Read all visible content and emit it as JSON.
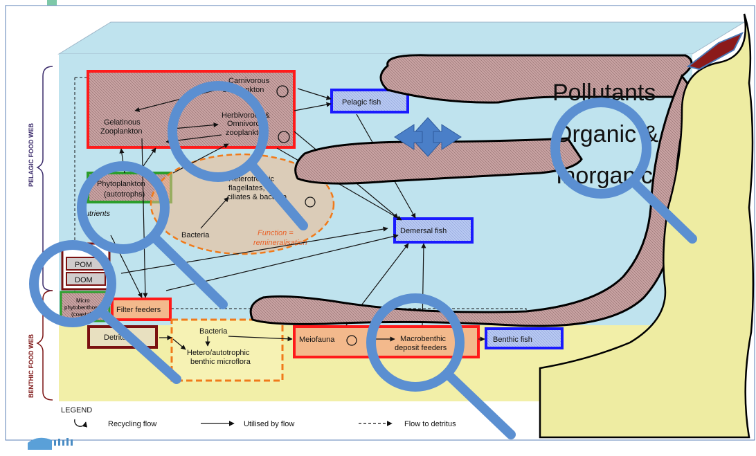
{
  "side_labels": {
    "pelagic": "PELAGIC FOOD WEB",
    "benthic": "BENTHIC FOOD WEB"
  },
  "boxes": {
    "carnivorous": "Carnivorous",
    "zooplankton_top": "zooplankton",
    "gelatinous": "Gelatinous",
    "gelatinous2": "Zooplankton",
    "herbivorous": "Herbivorous &",
    "omnivorous": "Omnivorous",
    "zooplankton": "zooplankton",
    "pelagic_fish": "Pelagic fish",
    "phyto1": "Phytoplankton",
    "phyto2": "(autotrophs)",
    "nutrients": "Nutrients",
    "microbial1": "Heterotrophic",
    "microbial2": "flagellates,",
    "microbial3": "ciliates & bacteria",
    "bacteria_pelagic": "Bacteria",
    "function1": "Function =",
    "function2": "remineralisation",
    "demersal_fish": "Demersal fish",
    "pom": "POM",
    "dom": "DOM",
    "micro1": "Micro",
    "micro2": "phytobenthos",
    "micro3": "(coastal)",
    "filter_feeders": "Filter feeders",
    "detritus": "Detritus",
    "bacteria_benthic": "Bacteria",
    "hetero1": "Hetero/autotrophic",
    "hetero2": "benthic microflora",
    "meiofauna": "Meiofauna",
    "macro1": "Macrobenthic",
    "macro2": "deposit feeders",
    "benthic_fish": "Benthic fish"
  },
  "overlay_text": {
    "line1": "Pollutants",
    "line2": "Organic &",
    "line3": "Inorganic"
  },
  "legend": {
    "title": "LEGEND",
    "recycling": "Recycling flow",
    "utilised": "Utilised by flow",
    "detritus": "Flow to detritus"
  },
  "colors": {
    "water": "#bfe3ee",
    "sediment": "#f2efa8",
    "land": "#eeeca2",
    "plume": "#9e6b6b",
    "magnifier": "#5b8fd1",
    "red_box": "#ff1a1a",
    "blue_box": "#1a1aff",
    "green_box": "#2c9e2c",
    "maroon_box": "#7a1010",
    "orange": "#f07a1a"
  }
}
